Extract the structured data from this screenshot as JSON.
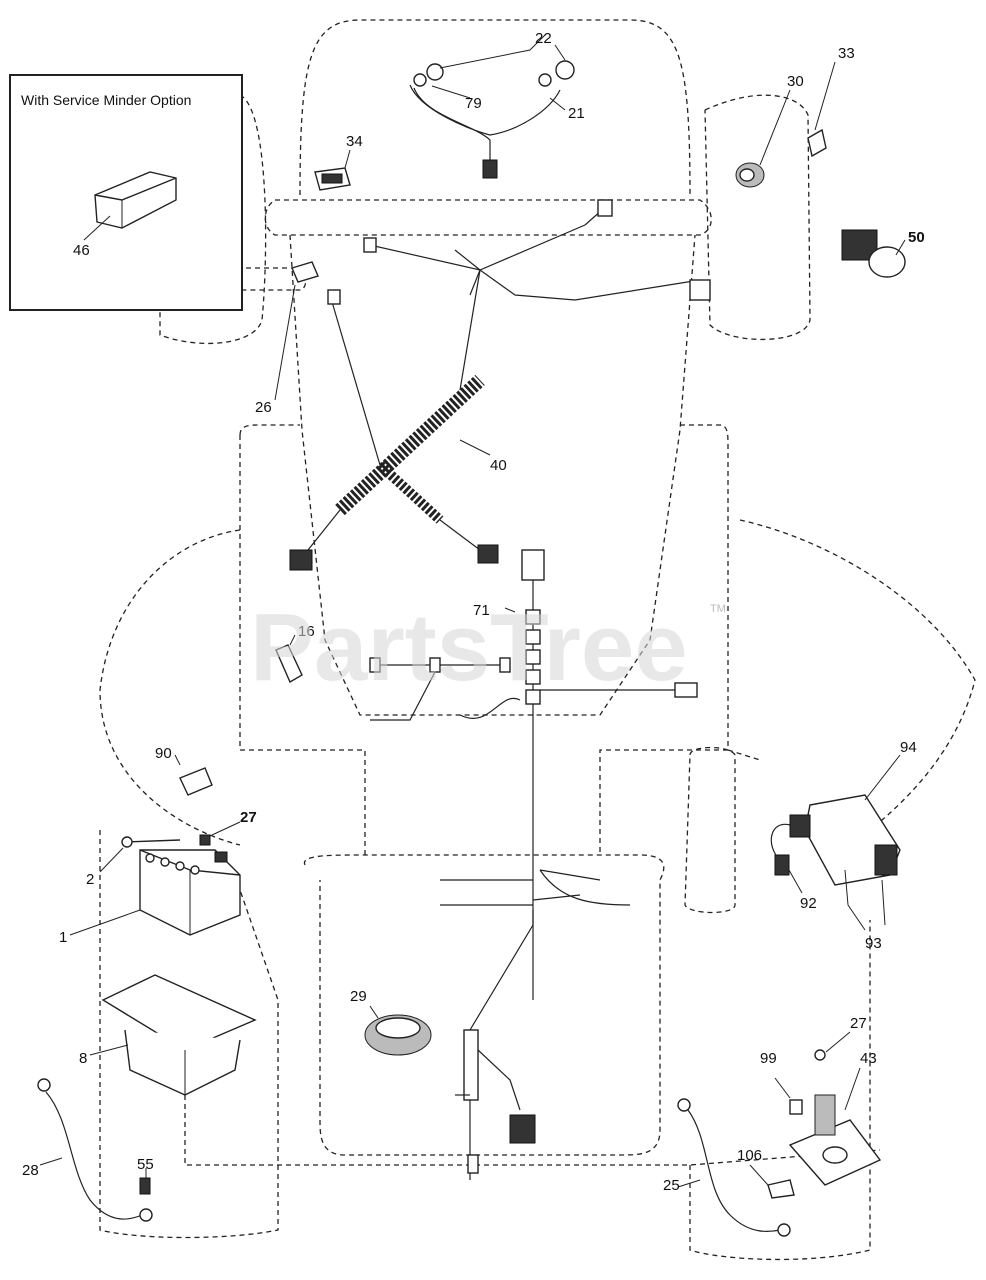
{
  "watermark": {
    "text": "PartsTree",
    "trademark": "TM"
  },
  "option_box": {
    "title": "With Service Minder Option"
  },
  "callouts": {
    "c22": "22",
    "c79": "79",
    "c21": "21",
    "c34": "34",
    "c33": "33",
    "c30": "30",
    "c50": "50",
    "c46": "46",
    "c26": "26",
    "c40": "40",
    "c71": "71",
    "c16": "16",
    "c90": "90",
    "c27a": "27",
    "c2": "2",
    "c1": "1",
    "c8": "8",
    "c28": "28",
    "c55": "55",
    "c29": "29",
    "c94": "94",
    "c92": "92",
    "c93": "93",
    "c27b": "27",
    "c43": "43",
    "c99": "99",
    "c106": "106",
    "c25": "25"
  }
}
